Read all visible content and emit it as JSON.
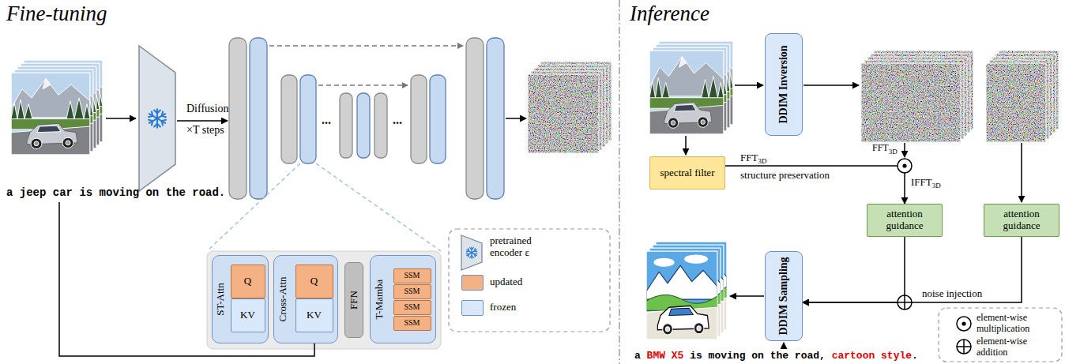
{
  "diagram": {
    "nodes": [
      {
        "text": [
          "ST-Attn"
        ]
      },
      {
        "text": [
          "Q"
        ],
        "in": 0
      },
      {
        "text": [
          "KV"
        ],
        "in": 0
      },
      {
        "text": [
          "Cross-Attn"
        ]
      },
      {
        "text": [
          "Q"
        ],
        "in": 3
      },
      {
        "text": [
          "KV"
        ],
        "in": 3
      },
      {
        "text": [
          "FFN"
        ]
      },
      {
        "text": [
          "T-Mamba"
        ]
      },
      {
        "text": [
          "SSM"
        ],
        "in": 7
      },
      {
        "text": [
          "SSM"
        ],
        "in": 7
      },
      {
        "text": [
          "SSM"
        ],
        "in": 7
      },
      {
        "text": [
          "SSM"
        ],
        "in": 7
      },
      {
        "text": [
          "DDIM Inversion"
        ]
      },
      {
        "text": [
          "spectral filter"
        ]
      },
      {
        "text": [
          "attention guidance"
        ]
      },
      {
        "text": [
          "attention guidance"
        ]
      },
      {
        "text": [
          "DDIM Sampling"
        ]
      }
    ],
    "edges": [
      {
        "from": 13,
        "to": 14,
        "arrow": "to"
      },
      {
        "from": 14,
        "to": 16,
        "arrow": "to"
      },
      {
        "from": 15,
        "to": 16,
        "label": "noise injection",
        "arrow": "to"
      }
    ],
    "labels": [
      "Fine-tuning",
      "Diffusion",
      "×T steps",
      "...",
      "...",
      "a jeep car is moving on the road.",
      "Inference",
      "FFT",
      "3D",
      "FFT",
      "3D",
      "structure preservation",
      "IFFT",
      "3D",
      "a",
      "BMW X5",
      "is moving on the road,",
      "cartoon style",
      "."
    ],
    "legend": [
      {
        "text": "pretrained encoder ε"
      },
      {
        "text": "updated",
        "color": "#f4b183"
      },
      {
        "text": "frozen",
        "color": "#dae8fc"
      },
      {
        "text": "element-wise multiplication"
      },
      {
        "text": "element-wise addition"
      }
    ]
  }
}
